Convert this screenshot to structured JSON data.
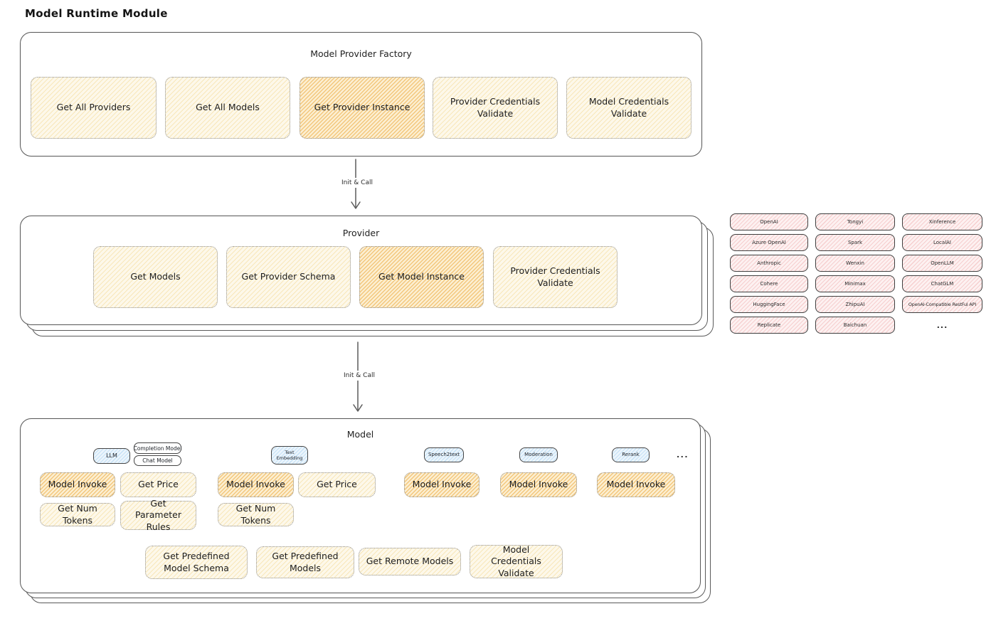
{
  "title": "Model Runtime Module",
  "factory": {
    "title": "Model Provider Factory",
    "boxes": [
      {
        "label": "Get All Providers",
        "variant": "yellow"
      },
      {
        "label": "Get All Models",
        "variant": "yellow"
      },
      {
        "label": "Get Provider Instance",
        "variant": "orange"
      },
      {
        "label": "Provider Credentials Validate",
        "variant": "yellow"
      },
      {
        "label": "Model Credentials Validate",
        "variant": "yellow"
      }
    ]
  },
  "arrows": [
    {
      "label": "Init & Call"
    },
    {
      "label": "Init & Call"
    }
  ],
  "provider": {
    "title": "Provider",
    "boxes": [
      {
        "label": "Get Models",
        "variant": "yellow"
      },
      {
        "label": "Get Provider Schema",
        "variant": "yellow"
      },
      {
        "label": "Get Model Instance",
        "variant": "orange"
      },
      {
        "label": "Provider Credentials Validate",
        "variant": "yellow"
      }
    ]
  },
  "providers": {
    "rows": [
      [
        "OpenAI",
        "Tongyi",
        "Xinference"
      ],
      [
        "Azure OpenAI",
        "Spark",
        "LocalAI"
      ],
      [
        "Anthropic",
        "Wenxin",
        "OpenLLM"
      ],
      [
        "Cohere",
        "Minimax",
        "ChatGLM"
      ],
      [
        "HuggingFace",
        "ZhipuAI",
        "OpenAI-Compatible RestFul API"
      ],
      [
        "Replicate",
        "Baichuan",
        "..."
      ]
    ],
    "ellipsis": "..."
  },
  "model": {
    "title": "Model",
    "ellipsis": "...",
    "groups": [
      {
        "tag": "LLM",
        "sub_tags": [
          "Completion Model",
          "Chat Model"
        ],
        "ops": [
          {
            "label": "Model Invoke",
            "variant": "orange"
          },
          {
            "label": "Get Price",
            "variant": "yellow"
          },
          {
            "label": "Get Num Tokens",
            "variant": "yellow"
          },
          {
            "label": "Get Parameter Rules",
            "variant": "yellow"
          }
        ]
      },
      {
        "tag": "Text Embedding",
        "ops": [
          {
            "label": "Model Invoke",
            "variant": "orange"
          },
          {
            "label": "Get Price",
            "variant": "yellow"
          },
          {
            "label": "Get Num Tokens",
            "variant": "yellow"
          }
        ]
      },
      {
        "tag": "Speech2text",
        "ops": [
          {
            "label": "Model Invoke",
            "variant": "orange"
          }
        ]
      },
      {
        "tag": "Moderation",
        "ops": [
          {
            "label": "Model Invoke",
            "variant": "orange"
          }
        ]
      },
      {
        "tag": "Rerank",
        "ops": [
          {
            "label": "Model Invoke",
            "variant": "orange"
          }
        ]
      }
    ],
    "shared_ops": [
      {
        "label": "Get Predefined Model Schema"
      },
      {
        "label": "Get Predefined Models"
      },
      {
        "label": "Get Remote Models"
      },
      {
        "label": "Model Credentials Validate"
      }
    ]
  },
  "colors": {
    "yellow_fill": "#fdf8ea",
    "yellow_hatch": "#f0d282",
    "orange_fill": "#fcefd2",
    "orange_hatch": "#eeb250",
    "pink_fill": "#fdf1f1",
    "pink_hatch": "#eea5a5",
    "blue_fill": "#ecf5fc",
    "blue_hatch": "#96c8f0",
    "stroke": "#5a5a5a"
  }
}
